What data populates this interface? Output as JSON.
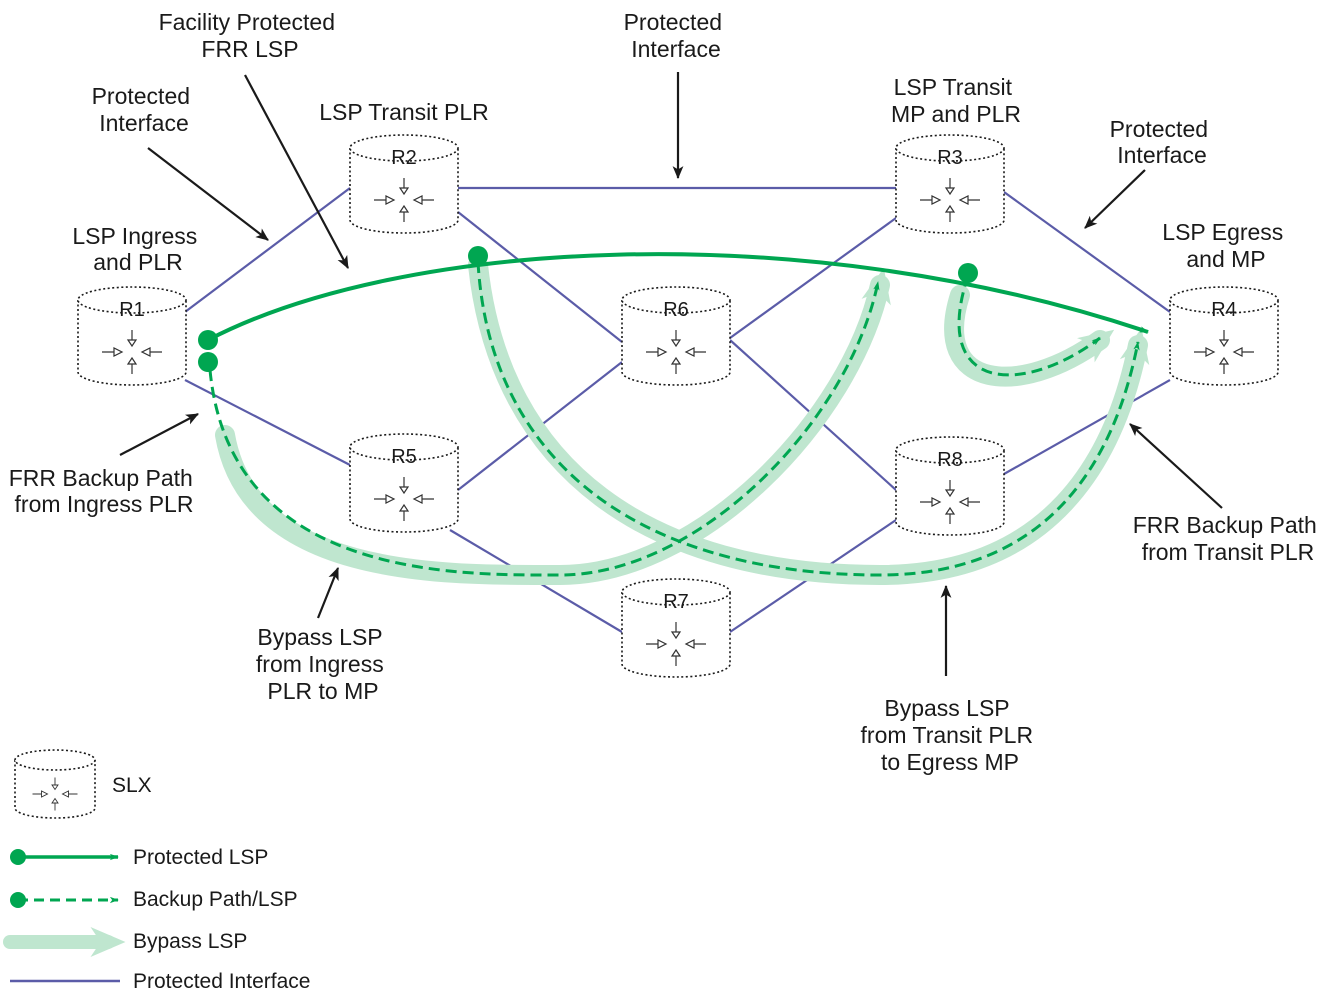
{
  "routers": {
    "r1": "R1",
    "r2": "R2",
    "r3": "R3",
    "r4": "R4",
    "r5": "R5",
    "r6": "R6",
    "r7": "R7",
    "r8": "R8"
  },
  "labels": {
    "facility_protected": [
      "Facility Protected",
      "FRR LSP"
    ],
    "protected_interface_top": [
      "Protected",
      "Interface"
    ],
    "protected_interface_left": [
      "Protected",
      "Interface"
    ],
    "protected_interface_right": [
      "Protected",
      "Interface"
    ],
    "lsp_transit_plr": "LSP Transit PLR",
    "lsp_transit_mp_plr": [
      "LSP Transit",
      "MP and PLR"
    ],
    "lsp_ingress": [
      "LSP Ingress",
      "and PLR"
    ],
    "lsp_egress": [
      "LSP Egress",
      "and MP"
    ],
    "frr_backup_ingress": [
      "FRR Backup Path",
      "from Ingress PLR"
    ],
    "frr_backup_transit": [
      "FRR Backup Path",
      "from Transit PLR"
    ],
    "bypass_ingress": [
      "Bypass LSP",
      "from Ingress",
      "PLR to MP"
    ],
    "bypass_transit": [
      "Bypass LSP",
      "from Transit PLR",
      "to Egress MP"
    ]
  },
  "legend": {
    "device": "SLX",
    "protected_lsp": "Protected LSP",
    "backup_path": "Backup Path/LSP",
    "bypass_lsp": "Bypass LSP",
    "protected_interface": "Protected Interface"
  },
  "colors": {
    "protected_lsp": "#00a651",
    "bypass_lsp": "#bfe6cf",
    "protected_interface": "#5b5ca8"
  }
}
